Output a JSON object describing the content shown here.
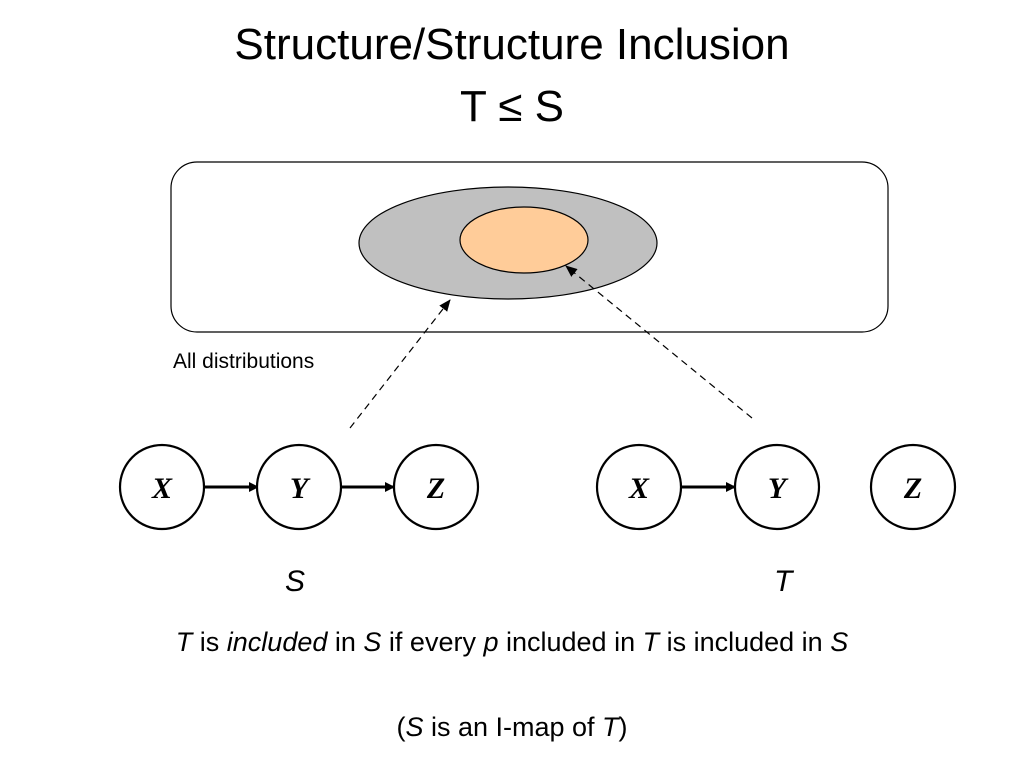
{
  "title": {
    "line1": "Structure/Structure Inclusion",
    "line2": "T ≤ S"
  },
  "region_label": "All distributions",
  "colors": {
    "outer_ellipse": "#c0c0c0",
    "inner_ellipse": "#ffcc99",
    "stroke": "#000000"
  },
  "graph_S": {
    "name": "S",
    "nodes": [
      "X",
      "Y",
      "Z"
    ],
    "edges": [
      [
        "X",
        "Y"
      ],
      [
        "Y",
        "Z"
      ]
    ]
  },
  "graph_T": {
    "name": "T",
    "nodes": [
      "X",
      "Y",
      "Z"
    ],
    "edges": [
      [
        "X",
        "Y"
      ]
    ]
  },
  "caption": {
    "line1": {
      "t1": "T",
      "t2": " is ",
      "t3": "included",
      "t4": " in ",
      "t5": "S",
      "t6": " if every ",
      "t7": "p",
      "t8": " included in ",
      "t9": "T",
      "t10": " is included in ",
      "t11": "S"
    },
    "line2": {
      "t1": "(",
      "t2": "S",
      "t3": " is an I-map of ",
      "t4": "T",
      "t5": ")"
    }
  }
}
